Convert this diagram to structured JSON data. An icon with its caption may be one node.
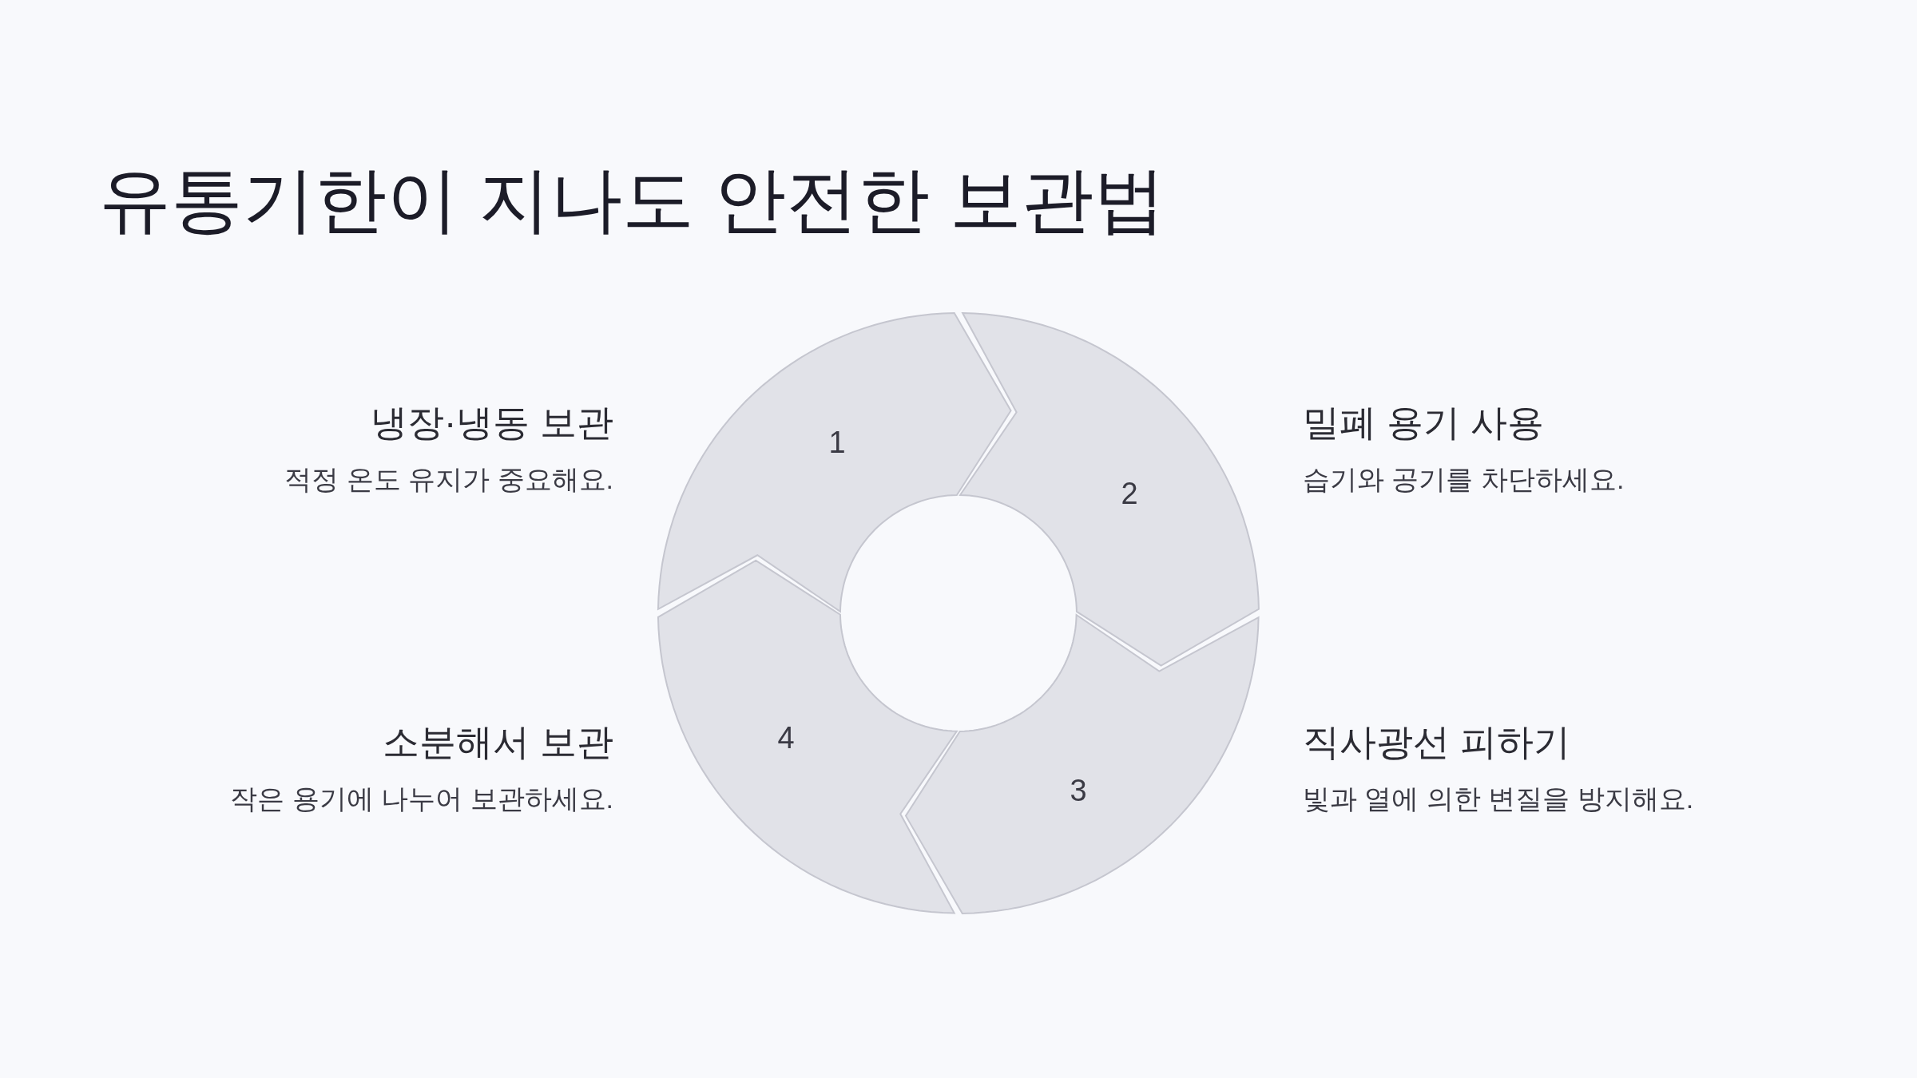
{
  "diagram": {
    "title": "유통기한이 지나도 안전한 보관법",
    "nodes": [
      {
        "text": [
          "1"
        ],
        "beside": [
          "냉장·냉동 보관",
          "적정 온도 유지가 중요해요."
        ]
      },
      {
        "text": [
          "2"
        ],
        "beside": [
          "밀폐 용기 사용",
          "습기와 공기를 차단하세요."
        ]
      },
      {
        "text": [
          "3"
        ],
        "beside": [
          "직사광선 피하기",
          "빛과 열에 의한 변질을 방지해요."
        ]
      },
      {
        "text": [
          "4"
        ],
        "beside": [
          "소분해서 보관",
          "작은 용기에 나누어 보관하세요."
        ]
      }
    ]
  }
}
